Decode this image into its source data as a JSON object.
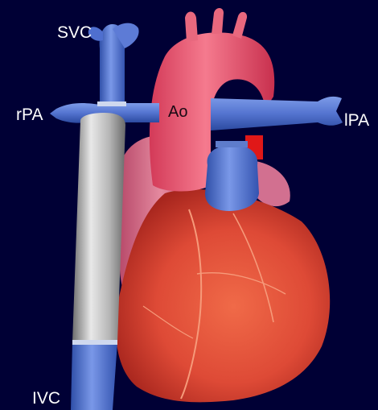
{
  "labels": {
    "svc": "SVC",
    "rpa": "rPA",
    "ao": "Ao",
    "lpa": "lPA",
    "ivc": "IVC"
  },
  "colors": {
    "background": "#000035",
    "vein_blue": "#4f6fcf",
    "aorta_red": "#e8506a",
    "heart_red": "#e04a3c",
    "conduit_gray": "#a8a8a8"
  }
}
